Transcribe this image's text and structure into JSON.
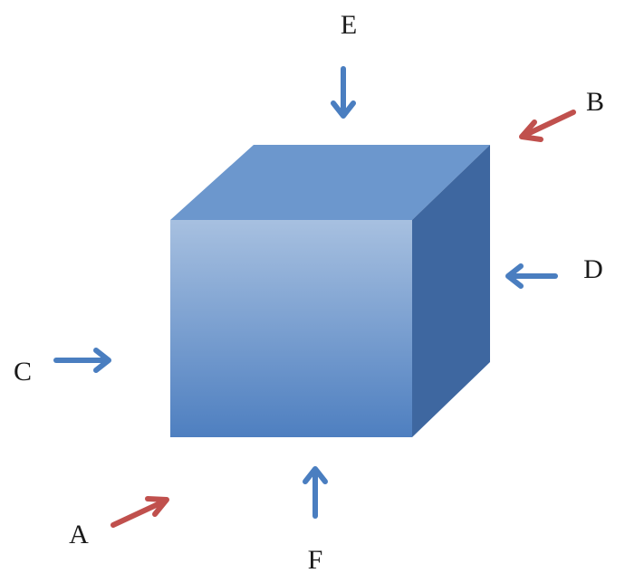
{
  "colors": {
    "cube_front_top": "#a7c0e0",
    "cube_front_bottom": "#4e7fc0",
    "cube_top": "#6c97cd",
    "cube_side": "#3e67a0",
    "blue_arrow": "#4a7ec0",
    "red_arrow": "#c0504d",
    "label": "#1a1a1a"
  },
  "labels": {
    "A": "A",
    "B": "B",
    "C": "C",
    "D": "D",
    "E": "E",
    "F": "F"
  }
}
